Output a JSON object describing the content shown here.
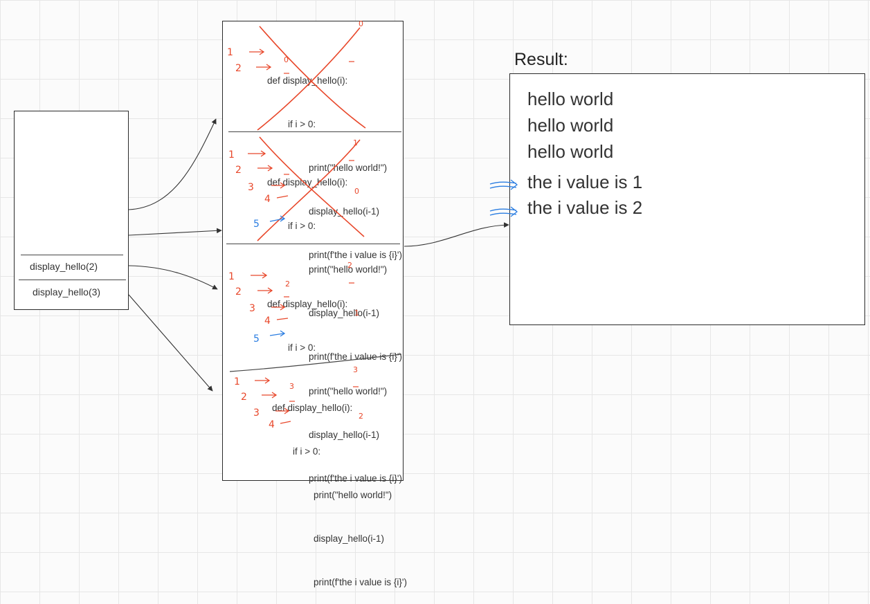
{
  "call_stack": {
    "frames": [
      "display_hello(2)",
      "display_hello(3)"
    ]
  },
  "code_lines": [
    "def display_hello(i):",
    "    if i > 0:",
    "        print(\"hello world!\")",
    "        display_hello(i-1)",
    "        print(f'the i value is {i}')"
  ],
  "annotations": {
    "step_marks": [
      "1",
      "2",
      "3",
      "4",
      "5"
    ],
    "i_values": [
      "0",
      "1",
      "2",
      "3"
    ],
    "ink_red": "#e8472a",
    "ink_blue": "#2a7de1"
  },
  "result": {
    "title": "Result:",
    "lines": [
      "hello world",
      "hello world",
      "hello world",
      "the i value is 1",
      "the i value is 2"
    ]
  }
}
